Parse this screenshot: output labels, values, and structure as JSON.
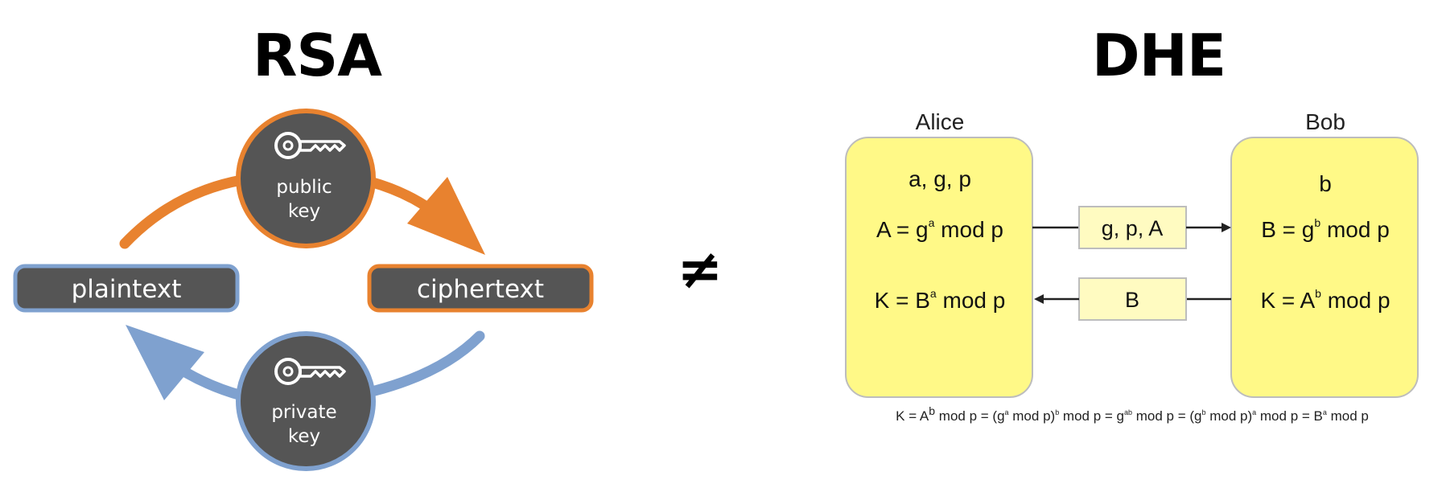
{
  "rsa": {
    "title": "RSA",
    "plaintext": "plaintext",
    "ciphertext": "ciphertext",
    "public_key": [
      "public",
      "key"
    ],
    "private_key": [
      "private",
      "key"
    ],
    "colors": {
      "orange": "#e8822f",
      "blue": "#7fa1cf",
      "dark": "#555555"
    }
  },
  "separator": "≠",
  "dhe": {
    "title": "DHE",
    "alice": {
      "name": "Alice",
      "secrets": "a, g, p",
      "public_eq": [
        "A = g",
        "a",
        " mod p"
      ],
      "shared_eq": [
        "K = B",
        "a",
        " mod p"
      ]
    },
    "bob": {
      "name": "Bob",
      "secrets": "b",
      "public_eq": [
        "B = g",
        "b",
        " mod p"
      ],
      "shared_eq": [
        "K = A",
        "b",
        " mod p"
      ]
    },
    "message_to_bob": "g, p, A",
    "message_to_alice": "B",
    "proof": [
      [
        "K = A",
        "b",
        " mod p = (g",
        "a",
        " mod p)",
        "b",
        " mod p = g",
        "ab",
        " mod p = (g",
        "b",
        " mod p)",
        "a",
        " mod p = B",
        "a",
        " mod p"
      ]
    ],
    "colors": {
      "box_fill": "#fff987",
      "box_stroke": "#bdbdbd",
      "msg_fill": "#fffbc1"
    }
  }
}
